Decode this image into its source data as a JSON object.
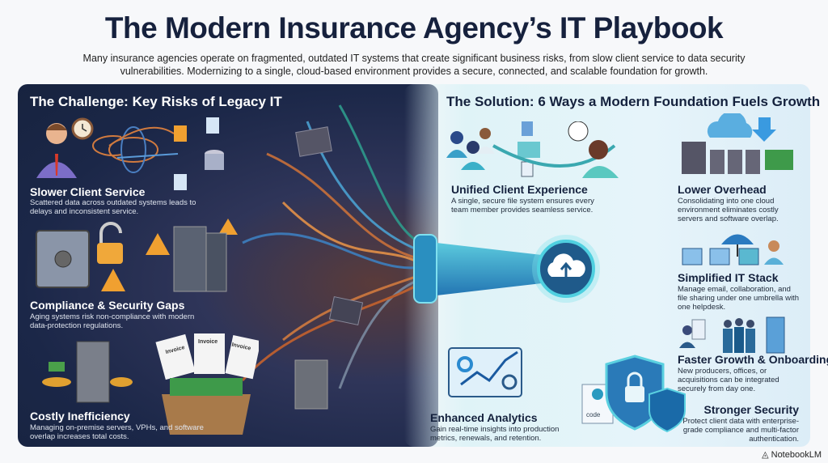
{
  "header": {
    "title": "The Modern Insurance Agency’s IT Playbook",
    "subtitle": "Many insurance agencies operate on fragmented, outdated IT systems that create significant business risks, from slow client service to data security vulnerabilities. Modernizing to a single, cloud-based environment provides a secure, connected, and scalable foundation for growth."
  },
  "challenge": {
    "title": "The Challenge: Key Risks of Legacy IT",
    "items": [
      {
        "title": "Slower Client Service",
        "text": "Scattered data across outdated systems leads to delays and inconsistent service.",
        "icon": "frustrated-person-clock-icon"
      },
      {
        "title": "Compliance & Security Gaps",
        "text": "Aging systems risk non-compliance with modern data-protection regulations.",
        "icon": "broken-safe-unlocked-padlock-icon"
      },
      {
        "title": "Costly Inefficiency",
        "text": "Managing on-premise servers, VPHs, and software overlap increases total costs.",
        "icon": "server-money-invoices-icon"
      }
    ],
    "invoice_label": "Invoice"
  },
  "solution": {
    "title": "The Solution: 6 Ways a Modern Foundation Fuels Growth",
    "items": [
      {
        "title": "Unified Client Experience",
        "text": "A single, secure file system ensures every team member provides seamless service."
      },
      {
        "title": "Lower Overhead",
        "text": "Consolidating into one cloud environment eliminates costly servers and software overlap."
      },
      {
        "title": "Simplified IT Stack",
        "text": "Manage email, collaboration, and file sharing under one umbrella with one helpdesk."
      },
      {
        "title": "Faster Growth & Onboarding",
        "text": "New producers, offices, or acquisitions can be integrated securely from day one."
      },
      {
        "title": "Enhanced Analytics",
        "text": "Gain real-time insights into production metrics, renewals, and retention."
      },
      {
        "title": "Stronger Security",
        "text": "Protect client data with enterprise-grade compliance and multi-factor authentication."
      }
    ],
    "code_label": "code"
  },
  "colors": {
    "dark_panel": "#1b2748",
    "light_panel": "#e0f3f7",
    "accent": "#2a9fc0",
    "title": "#16213d"
  },
  "brand": "NotebookLM"
}
